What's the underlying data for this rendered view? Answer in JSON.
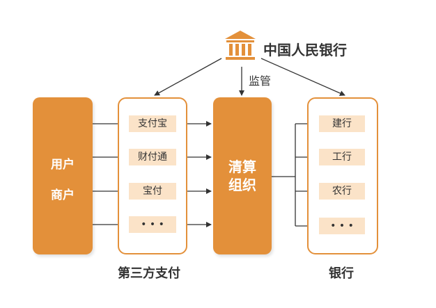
{
  "regulator": {
    "label": "中国人民银行",
    "icon": "bank-building-icon"
  },
  "supervise_label": "监管",
  "users": {
    "line1": "用户",
    "line2": "商户"
  },
  "third_party": {
    "caption": "第三方支付",
    "items": [
      "支付宝",
      "财付通",
      "宝付",
      "• • •"
    ]
  },
  "clearing": {
    "line1": "清算",
    "line2": "组织"
  },
  "banks": {
    "caption": "银行",
    "items": [
      "建行",
      "工行",
      "农行",
      "• • •"
    ]
  },
  "colors": {
    "accent": "#e3903a",
    "item_fill": "#fbe3c8",
    "text": "#333333",
    "line": "#333333"
  }
}
